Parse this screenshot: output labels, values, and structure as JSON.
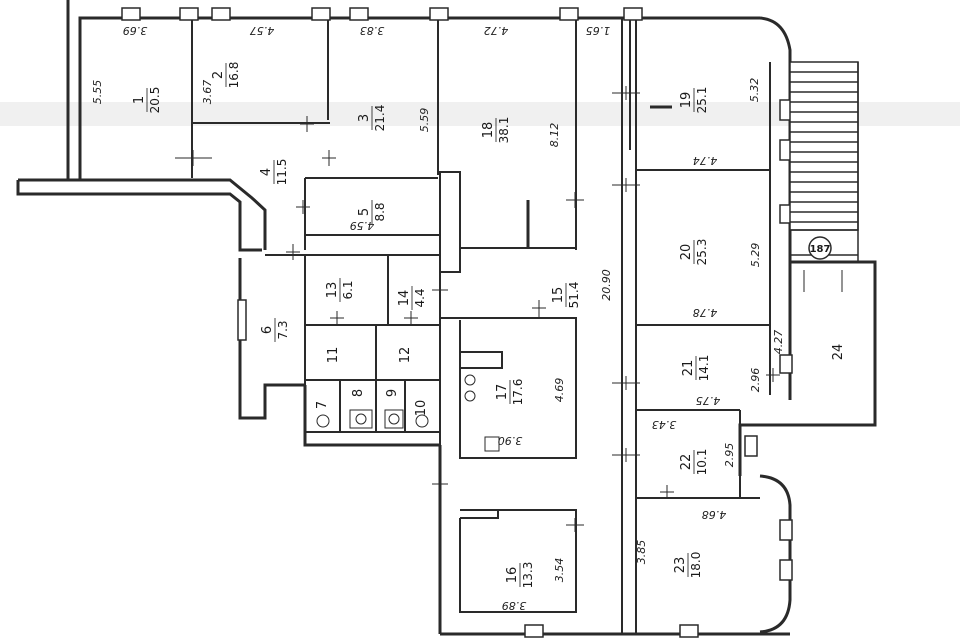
{
  "rooms": [
    {
      "id": "r1",
      "number": "1",
      "area": "20.5"
    },
    {
      "id": "r2",
      "number": "2",
      "area": "16.8"
    },
    {
      "id": "r3",
      "number": "3",
      "area": "21.4"
    },
    {
      "id": "r4",
      "number": "4",
      "area": "11.5"
    },
    {
      "id": "r5",
      "number": "5",
      "area": "8.8"
    },
    {
      "id": "r6",
      "number": "6",
      "area": "7.3"
    },
    {
      "id": "r7",
      "number": "7",
      "area": ""
    },
    {
      "id": "r8",
      "number": "8",
      "area": ""
    },
    {
      "id": "r9",
      "number": "9",
      "area": ""
    },
    {
      "id": "r10",
      "number": "10",
      "area": ""
    },
    {
      "id": "r11",
      "number": "11",
      "area": ""
    },
    {
      "id": "r12",
      "number": "12",
      "area": ""
    },
    {
      "id": "r13",
      "number": "13",
      "area": "6.1"
    },
    {
      "id": "r14",
      "number": "14",
      "area": "4.4"
    },
    {
      "id": "r15",
      "number": "15",
      "area": "51.4"
    },
    {
      "id": "r16",
      "number": "16",
      "area": "13.3"
    },
    {
      "id": "r17",
      "number": "17",
      "area": "17.6"
    },
    {
      "id": "r18",
      "number": "18",
      "area": "38.1"
    },
    {
      "id": "r19",
      "number": "19",
      "area": "25.1"
    },
    {
      "id": "r20",
      "number": "20",
      "area": "25.3"
    },
    {
      "id": "r21",
      "number": "21",
      "area": "14.1"
    },
    {
      "id": "r22",
      "number": "22",
      "area": "10.1"
    },
    {
      "id": "r23",
      "number": "23",
      "area": "18.0"
    },
    {
      "id": "r24",
      "number": "24",
      "area": ""
    }
  ],
  "dimensions": {
    "d1": "3.69",
    "d2": "4.57",
    "d3": "3.83",
    "d4": "4.72",
    "d5": "1.65",
    "d6": "5.55",
    "d7": "3.67",
    "d8": "5.59",
    "d9": "8.12",
    "d10": "5.32",
    "d11": "4.74",
    "d12": "4.59",
    "d13": "20.90",
    "d14": "5.29",
    "d15": "4.78",
    "d16": "4.27",
    "d17": "2.96",
    "d18": "4.75",
    "d19": "4.69",
    "d20": "3.90",
    "d21": "3.43",
    "d22": "2.95",
    "d23": "4.68",
    "d24": "3.54",
    "d25": "3.85",
    "d26": "3.89"
  },
  "marker": "187"
}
